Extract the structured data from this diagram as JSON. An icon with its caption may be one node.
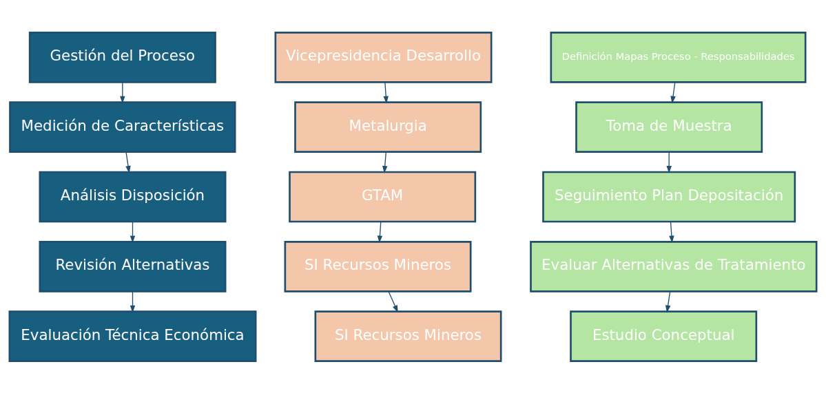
{
  "diagram": {
    "nodes": [
      {
        "text": [
          "Gestión del Proceso"
        ]
      },
      {
        "text": [
          "Medición de Características"
        ]
      },
      {
        "text": [
          "Análisis Disposición"
        ]
      },
      {
        "text": [
          "Revisión Alternativas"
        ]
      },
      {
        "text": [
          "Evaluación Técnica Económica"
        ]
      },
      {
        "text": [
          "Vicepresidencia Desarrollo"
        ]
      },
      {
        "text": [
          "Metalurgia"
        ]
      },
      {
        "text": [
          "GTAM"
        ]
      },
      {
        "text": [
          "SI Recursos Mineros"
        ]
      },
      {
        "text": [
          "SI Recursos Mineros"
        ]
      },
      {
        "text": [
          "Definición Mapas Proceso - Responsabilidades"
        ]
      },
      {
        "text": [
          "Toma de Muestra"
        ]
      },
      {
        "text": [
          "Seguimiento Plan Depositación"
        ]
      },
      {
        "text": [
          "Evaluar Alternativas de Tratamiento"
        ]
      },
      {
        "text": [
          "Estudio Conceptual"
        ]
      }
    ],
    "edges": [
      {
        "from": 0,
        "to": 1,
        "arrow": "to"
      },
      {
        "from": 1,
        "to": 2,
        "arrow": "to"
      },
      {
        "from": 2,
        "to": 3,
        "arrow": "to"
      },
      {
        "from": 3,
        "to": 4,
        "arrow": "to"
      },
      {
        "from": 5,
        "to": 6,
        "arrow": "to"
      },
      {
        "from": 6,
        "to": 7,
        "arrow": "to"
      },
      {
        "from": 7,
        "to": 8,
        "arrow": "to"
      },
      {
        "from": 8,
        "to": 9,
        "arrow": "to"
      },
      {
        "from": 10,
        "to": 11,
        "arrow": "to"
      },
      {
        "from": 11,
        "to": 12,
        "arrow": "to"
      },
      {
        "from": 12,
        "to": 13,
        "arrow": "to"
      },
      {
        "from": 13,
        "to": 14,
        "arrow": "to"
      }
    ]
  }
}
